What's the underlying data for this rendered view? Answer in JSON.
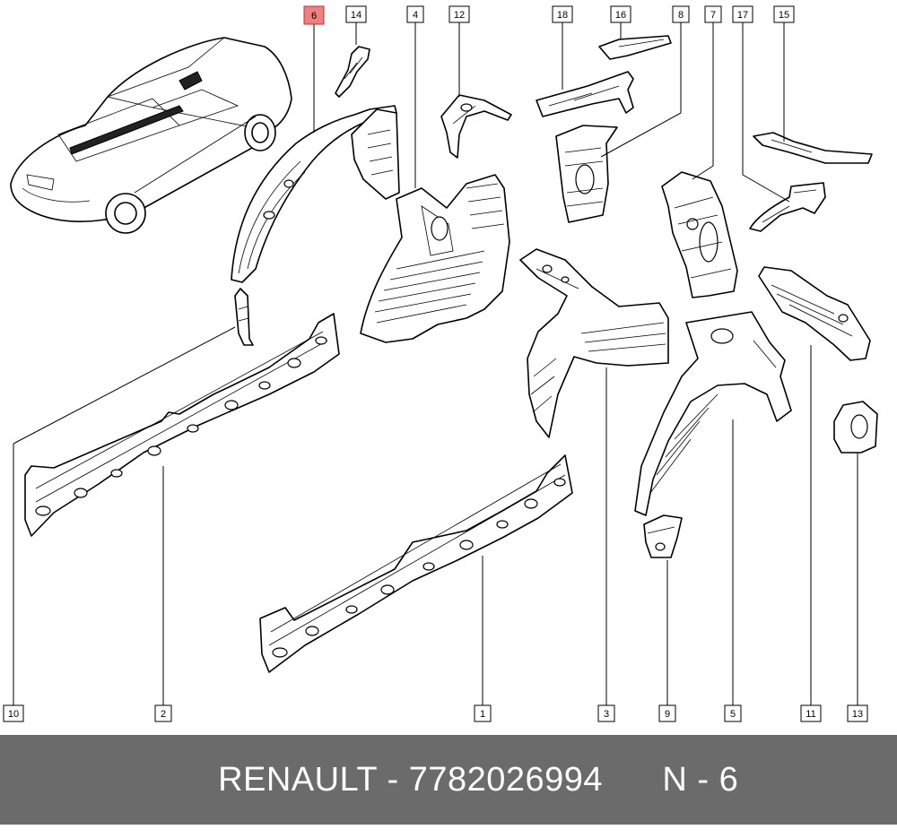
{
  "diagram": {
    "highlighted_callout": "6",
    "callouts": [
      "6",
      "14",
      "4",
      "12",
      "18",
      "16",
      "8",
      "7",
      "17",
      "15",
      "10",
      "2",
      "1",
      "3",
      "9",
      "5",
      "11",
      "13"
    ]
  },
  "footer": {
    "brand": "RENAULT",
    "separator": " - ",
    "part_number": "7782026994",
    "position_label": "N - 6"
  },
  "colors": {
    "footer_bg": "#6b6b6b",
    "highlight": "#f08080"
  }
}
